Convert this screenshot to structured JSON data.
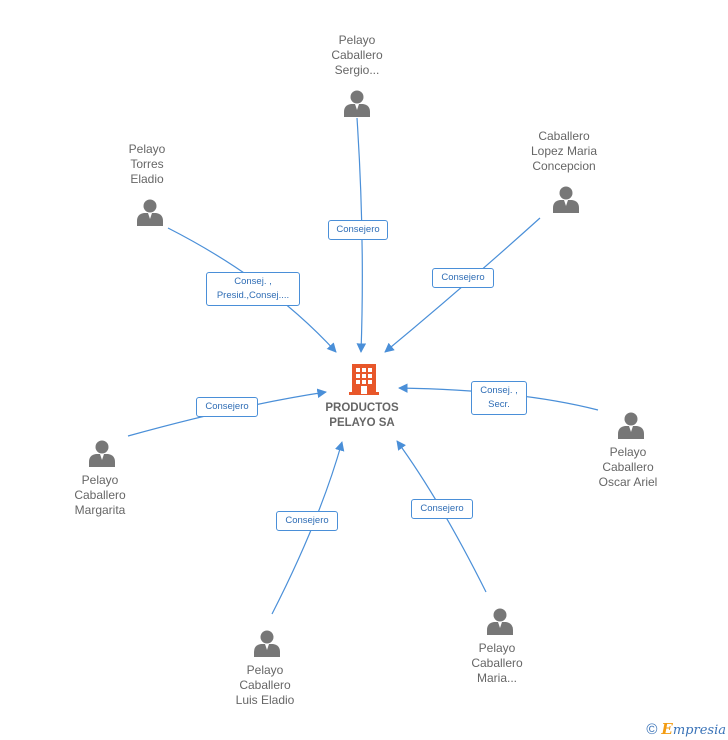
{
  "company": {
    "name_line1": "PRODUCTOS",
    "name_line2": "PELAYO SA",
    "icon": "building-icon",
    "color": "#e8572a"
  },
  "people": [
    {
      "id": "sergio",
      "lines": [
        "Pelayo",
        "Caballero",
        "Sergio..."
      ],
      "relation": [
        "Consejero"
      ]
    },
    {
      "id": "eladio",
      "lines": [
        "Pelayo",
        "Torres",
        "Eladio"
      ],
      "relation": [
        "Consej. ,",
        "Presid.,Consej...."
      ]
    },
    {
      "id": "concepcion",
      "lines": [
        "Caballero",
        "Lopez Maria",
        "Concepcion"
      ],
      "relation": [
        "Consejero"
      ]
    },
    {
      "id": "margarita",
      "lines": [
        "Pelayo",
        "Caballero",
        "Margarita"
      ],
      "relation": [
        "Consejero"
      ]
    },
    {
      "id": "oscar",
      "lines": [
        "Pelayo",
        "Caballero",
        "Oscar Ariel"
      ],
      "relation": [
        "Consej. ,",
        "Secr."
      ]
    },
    {
      "id": "luis",
      "lines": [
        "Pelayo",
        "Caballero",
        "Luis Eladio"
      ],
      "relation": [
        "Consejero"
      ]
    },
    {
      "id": "maria",
      "lines": [
        "Pelayo",
        "Caballero",
        "Maria..."
      ],
      "relation": [
        "Consejero"
      ]
    }
  ],
  "colors": {
    "edge": "#4a8fd8",
    "person_icon": "#777777",
    "label_text": "#2f6db5",
    "name_text": "#666666"
  },
  "footer": {
    "copyright": "©",
    "brand_e": "E",
    "brand_rest": "mpresia"
  }
}
